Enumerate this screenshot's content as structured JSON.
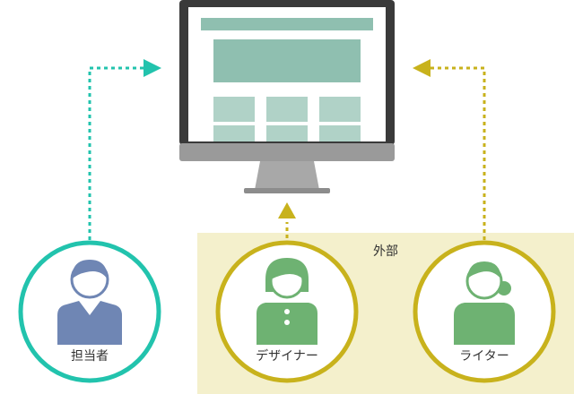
{
  "colors": {
    "teal": "#22c3ad",
    "olive": "#c8b21c",
    "external_bg": "#f4f0cc",
    "monitor_frame": "#3a3a3a",
    "monitor_base": "#a8a8a8",
    "screen_main": "#8fbfb0",
    "screen_light": "#b0d2c7",
    "person_blue": "#6f86b4",
    "person_green": "#6eb272"
  },
  "external_group": {
    "label": "外部"
  },
  "people": [
    {
      "id": "manager",
      "label": "担当者",
      "icon": "male-user-icon",
      "color": "teal"
    },
    {
      "id": "designer",
      "label": "デザイナー",
      "icon": "female-user-icon",
      "color": "olive"
    },
    {
      "id": "writer",
      "label": "ライター",
      "icon": "female-ponytail-user-icon",
      "color": "olive"
    }
  ],
  "device": {
    "icon": "desktop-monitor-icon"
  }
}
